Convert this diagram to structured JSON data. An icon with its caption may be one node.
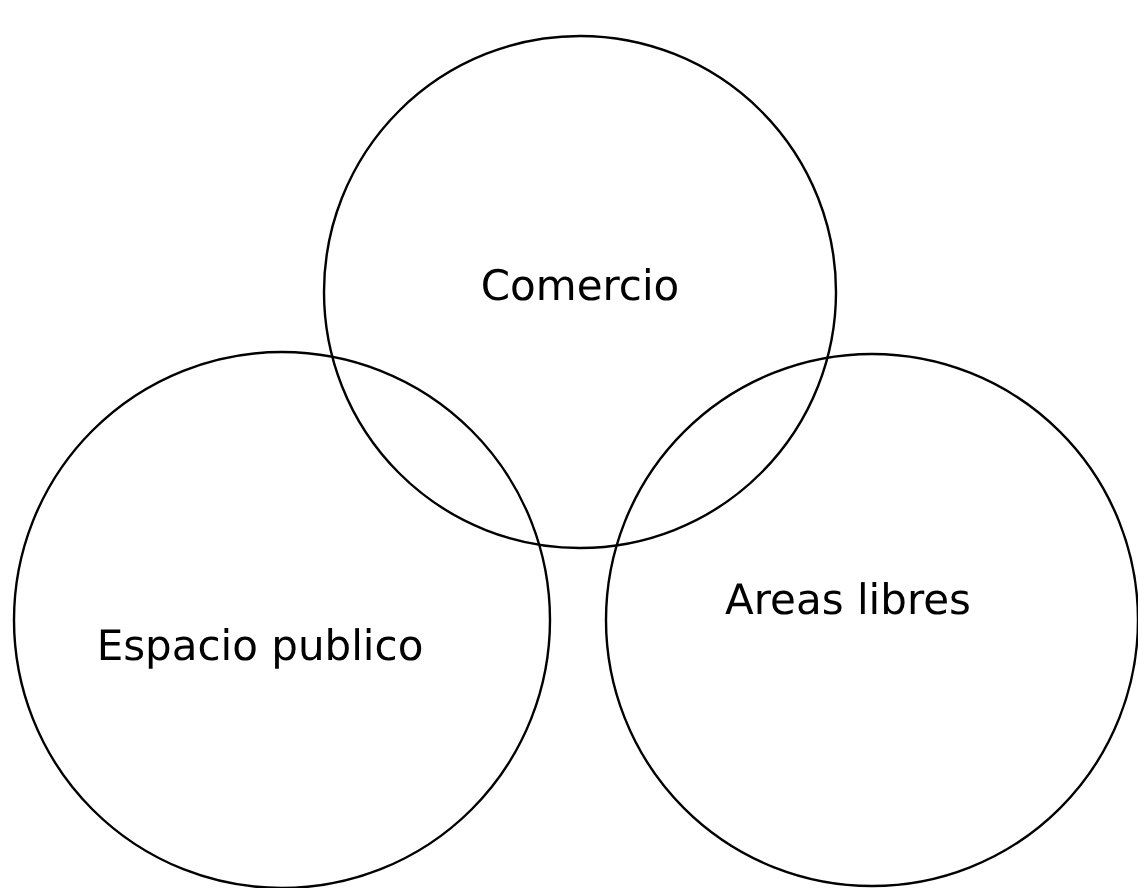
{
  "diagram": {
    "nodes": [
      {
        "text": [
          "Comercio"
        ]
      },
      {
        "text": [
          "Espacio publico"
        ]
      },
      {
        "text": [
          "Areas libres"
        ]
      }
    ]
  }
}
